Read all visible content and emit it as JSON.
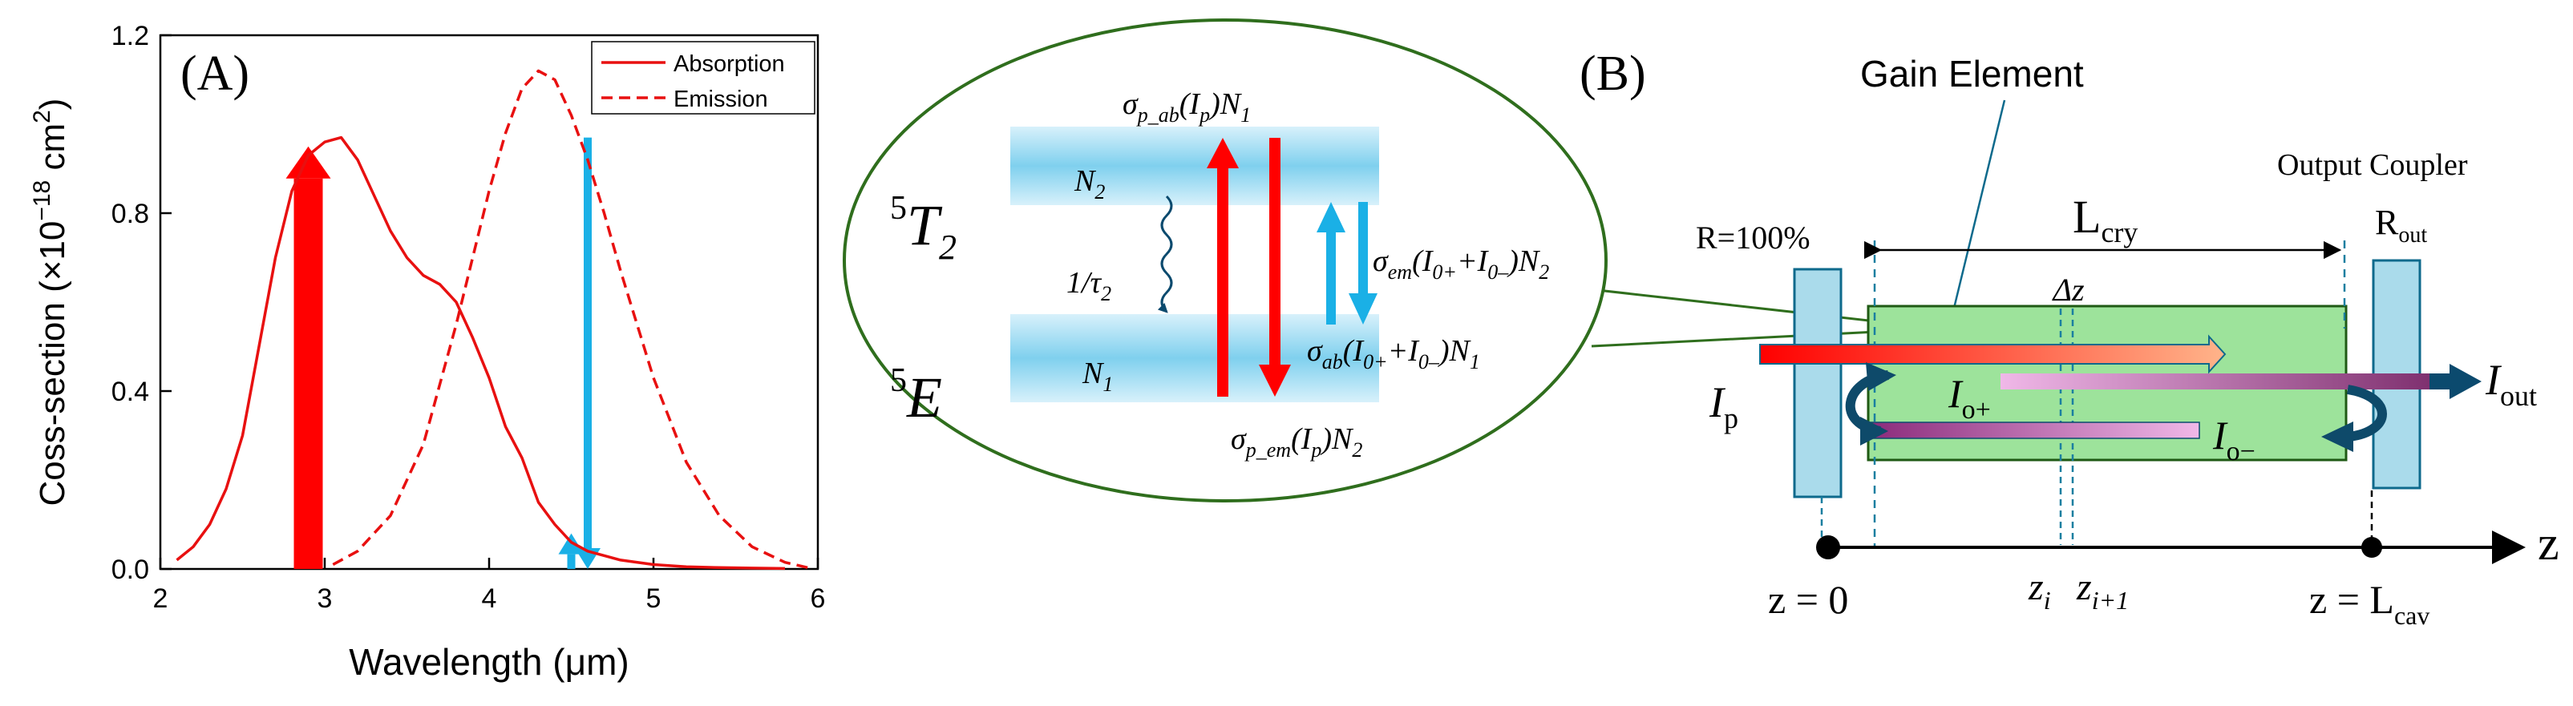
{
  "panel_a": {
    "label": "(A)",
    "xlabel": "Wavelength (μm)",
    "ylabel_main": "Coss-section (×10",
    "ylabel_exp": "−18",
    "ylabel_mid": " cm",
    "ylabel_sup2": "2",
    "ylabel_end": ")",
    "legend": {
      "absorption": "Absorption",
      "emission": "Emission"
    },
    "xticks": [
      "2",
      "3",
      "4",
      "5",
      "6"
    ],
    "yticks": [
      "0.0",
      "0.4",
      "0.8",
      "1.2"
    ],
    "colors": {
      "absorption": "#e81010",
      "emission": "#e81010",
      "blue_arrow": "#1ab0e6",
      "red_arrow": "#ff0000"
    }
  },
  "chart_data": {
    "type": "line",
    "xlabel": "Wavelength (μm)",
    "ylabel": "Coss-section (×10−18 cm2)",
    "xlim": [
      2,
      6
    ],
    "ylim": [
      0,
      1.2
    ],
    "legend_position": "top-right",
    "series": [
      {
        "name": "Absorption",
        "style": "solid",
        "x": [
          2.1,
          2.2,
          2.3,
          2.4,
          2.5,
          2.6,
          2.7,
          2.8,
          2.9,
          3.0,
          3.1,
          3.2,
          3.3,
          3.4,
          3.5,
          3.6,
          3.7,
          3.8,
          3.9,
          4.0,
          4.1,
          4.2,
          4.3,
          4.4,
          4.5,
          4.6,
          4.8,
          5.0,
          5.2,
          5.4,
          5.6,
          5.8
        ],
        "y": [
          0.02,
          0.05,
          0.1,
          0.18,
          0.3,
          0.5,
          0.7,
          0.85,
          0.93,
          0.96,
          0.97,
          0.92,
          0.84,
          0.76,
          0.7,
          0.66,
          0.64,
          0.6,
          0.52,
          0.43,
          0.32,
          0.25,
          0.15,
          0.1,
          0.06,
          0.04,
          0.02,
          0.01,
          0.005,
          0.003,
          0.002,
          0.001
        ]
      },
      {
        "name": "Emission",
        "style": "dashed",
        "x": [
          3.05,
          3.2,
          3.4,
          3.6,
          3.8,
          4.0,
          4.1,
          4.2,
          4.3,
          4.4,
          4.5,
          4.6,
          4.7,
          4.8,
          5.0,
          5.2,
          5.4,
          5.6,
          5.8,
          5.95
        ],
        "y": [
          0.01,
          0.04,
          0.12,
          0.28,
          0.55,
          0.85,
          0.98,
          1.08,
          1.12,
          1.1,
          1.02,
          0.92,
          0.8,
          0.67,
          0.43,
          0.24,
          0.12,
          0.05,
          0.015,
          0.002
        ]
      }
    ],
    "arrows": [
      {
        "name": "pump-arrow",
        "x": 2.9,
        "from": 0.0,
        "to": 0.95,
        "color": "#ff0000"
      },
      {
        "name": "blue-down-arrow",
        "x": 4.6,
        "from": 0.97,
        "to": 0.0,
        "color": "#1ab0e6"
      },
      {
        "name": "blue-up-arrow",
        "x": 4.5,
        "from": 0.0,
        "to": 0.08,
        "color": "#1ab0e6"
      }
    ]
  },
  "energy": {
    "t2_base": "T",
    "t2_sup": "5",
    "t2_sub": "2",
    "e_base": "E",
    "e_sup": "5",
    "n2": "N",
    "n2_sub": "2",
    "n1": "N",
    "n1_sub": "1",
    "tau": "1/τ",
    "tau_sub": "2",
    "sigma_p_ab": "σ",
    "sigma_p_ab_sub": "p_ab",
    "sigma_p_ab_rest": "(I",
    "sigma_p_ab_rest_sub": "p",
    "sigma_p_ab_end": ")N",
    "sigma_p_ab_end_sub": "1",
    "sigma_p_em": "σ",
    "sigma_p_em_sub": "p_em",
    "sigma_p_em_rest": "(I",
    "sigma_p_em_rest_sub": "p",
    "sigma_p_em_end": ")N",
    "sigma_p_em_end_sub": "2",
    "sigma_em": "σ",
    "sigma_em_sub": "em",
    "sigma_em_rest": "(I",
    "sigma_em_i1": "0+",
    "sigma_em_plus": "+I",
    "sigma_em_i2": "0–",
    "sigma_em_end": ")N",
    "sigma_em_end_sub": "2",
    "sigma_ab": "σ",
    "sigma_ab_sub": "ab",
    "sigma_ab_rest": "(I",
    "sigma_ab_i1": "0+",
    "sigma_ab_plus": "+I",
    "sigma_ab_i2": "0–",
    "sigma_ab_end": ")N",
    "sigma_ab_end_sub": "1"
  },
  "panel_b": {
    "label": "(B)",
    "gain_element": "Gain Element",
    "output_coupler": "Output Coupler",
    "l_cry": "L",
    "l_cry_sub": "cry",
    "r100": "R=100%",
    "r_out": "R",
    "r_out_sub": "out",
    "dz": "Δz",
    "ip": "I",
    "ip_sub": "p",
    "iout": "I",
    "iout_sub": "out",
    "io_plus": "I",
    "io_plus_sub": "o+",
    "io_minus": "I",
    "io_minus_sub": "o−",
    "z_axis": "z",
    "z0": "z = 0",
    "zi": "z",
    "zi_sub": "i",
    "zi1": "z",
    "zi1_sub": "i+1",
    "zl": "z = L",
    "zl_sub": "cav"
  }
}
